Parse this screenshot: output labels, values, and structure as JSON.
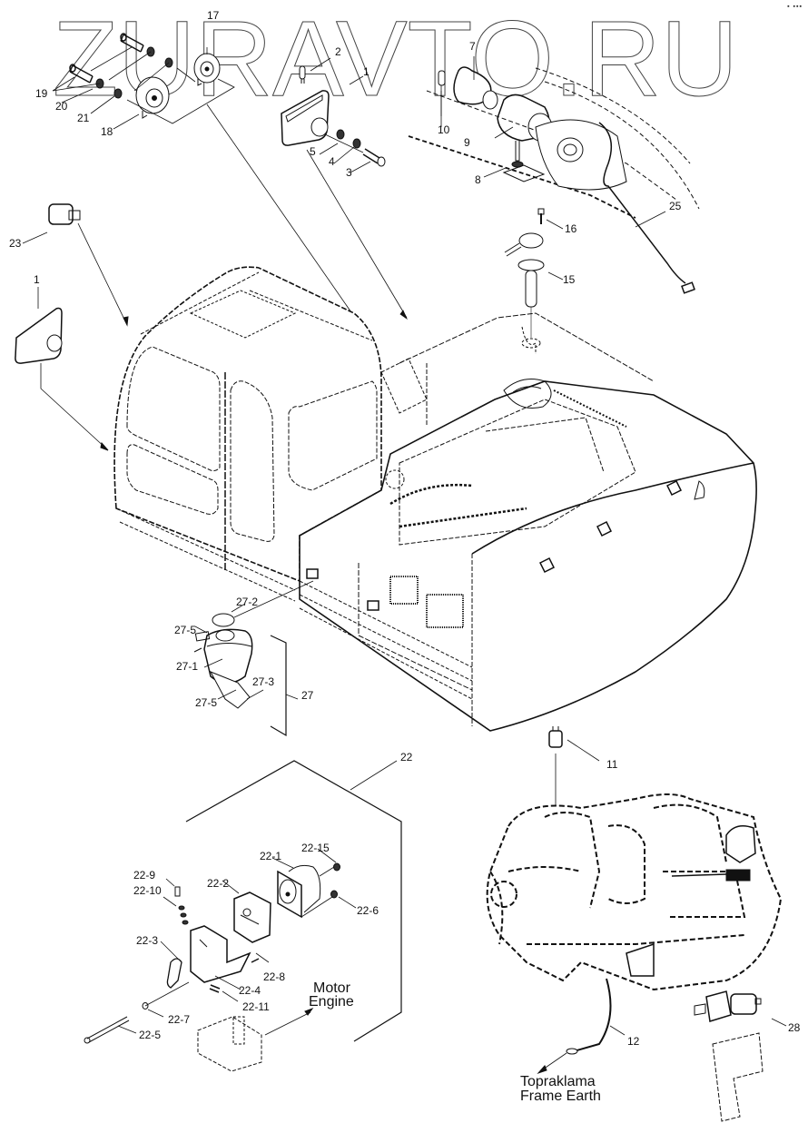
{
  "watermark": "ZURAVTO.RU",
  "corner_mark": "▪ ▪▪▪",
  "callouts": [
    {
      "id": "c17",
      "text": "17"
    },
    {
      "id": "c2",
      "text": "2"
    },
    {
      "id": "c1a",
      "text": "1"
    },
    {
      "id": "c7",
      "text": "7"
    },
    {
      "id": "c19",
      "text": "19"
    },
    {
      "id": "c20",
      "text": "20"
    },
    {
      "id": "c21",
      "text": "21"
    },
    {
      "id": "c18",
      "text": "18"
    },
    {
      "id": "c5",
      "text": "5"
    },
    {
      "id": "c4",
      "text": "4"
    },
    {
      "id": "c3",
      "text": "3"
    },
    {
      "id": "c10",
      "text": "10"
    },
    {
      "id": "c9",
      "text": "9"
    },
    {
      "id": "c8",
      "text": "8"
    },
    {
      "id": "c25",
      "text": "25"
    },
    {
      "id": "c16",
      "text": "16"
    },
    {
      "id": "c15",
      "text": "15"
    },
    {
      "id": "c23",
      "text": "23"
    },
    {
      "id": "c1b",
      "text": "1"
    },
    {
      "id": "c27-2",
      "text": "27-2"
    },
    {
      "id": "c27-5a",
      "text": "27-5"
    },
    {
      "id": "c27-1",
      "text": "27-1"
    },
    {
      "id": "c27-3",
      "text": "27-3"
    },
    {
      "id": "c27-5b",
      "text": "27-5"
    },
    {
      "id": "c27",
      "text": "27"
    },
    {
      "id": "c11",
      "text": "11"
    },
    {
      "id": "c22",
      "text": "22"
    },
    {
      "id": "c22-15",
      "text": "22-15"
    },
    {
      "id": "c22-1",
      "text": "22-1"
    },
    {
      "id": "c22-9",
      "text": "22-9"
    },
    {
      "id": "c22-10",
      "text": "22-10"
    },
    {
      "id": "c22-2",
      "text": "22-2"
    },
    {
      "id": "c22-6",
      "text": "22-6"
    },
    {
      "id": "c22-3",
      "text": "22-3"
    },
    {
      "id": "c22-8",
      "text": "22-8"
    },
    {
      "id": "c22-4",
      "text": "22-4"
    },
    {
      "id": "c22-11",
      "text": "22-11"
    },
    {
      "id": "c22-7",
      "text": "22-7"
    },
    {
      "id": "c22-5",
      "text": "22-5"
    },
    {
      "id": "c12",
      "text": "12"
    },
    {
      "id": "c28",
      "text": "28"
    }
  ],
  "notes": {
    "motor_line1": "Motor",
    "motor_line2": "Engine",
    "earth_line1": "Topraklama",
    "earth_line2": "Frame Earth"
  }
}
